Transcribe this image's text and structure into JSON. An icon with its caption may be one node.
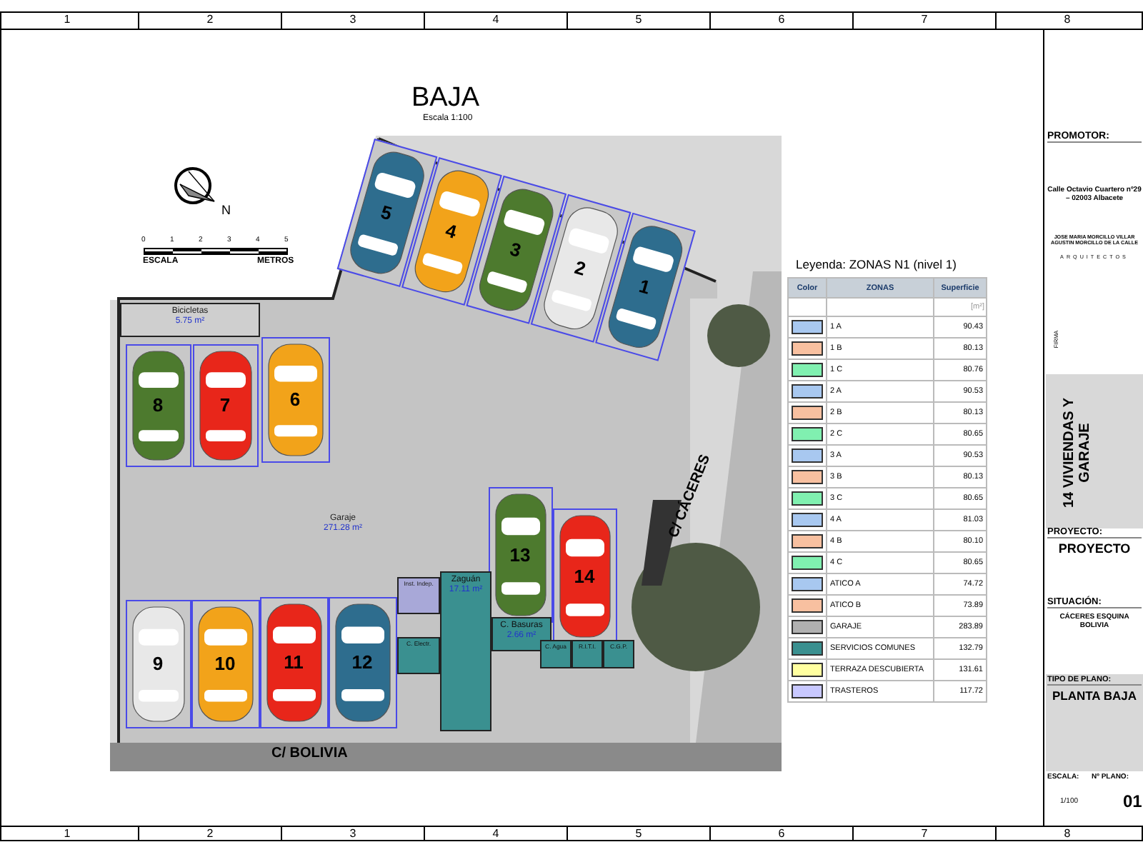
{
  "diagram": {
    "title": "BAJA",
    "nodes": [
      {
        "text": [
          "Bicicletas",
          "5.75 m²"
        ]
      },
      {
        "text": [
          "Garaje",
          "271.28 m²"
        ]
      },
      {
        "text": [
          "1"
        ]
      },
      {
        "text": [
          "2"
        ]
      },
      {
        "text": [
          "3"
        ]
      },
      {
        "text": [
          "4"
        ]
      },
      {
        "text": [
          "5"
        ]
      },
      {
        "text": [
          "6"
        ]
      },
      {
        "text": [
          "7"
        ]
      },
      {
        "text": [
          "8"
        ]
      },
      {
        "text": [
          "9"
        ]
      },
      {
        "text": [
          "10"
        ]
      },
      {
        "text": [
          "11"
        ]
      },
      {
        "text": [
          "12"
        ]
      },
      {
        "text": [
          "13"
        ]
      },
      {
        "text": [
          "14"
        ]
      },
      {
        "text": [
          "Inst. Indep."
        ]
      },
      {
        "text": [
          "Zaguán",
          "17.11 m²"
        ]
      },
      {
        "text": [
          "C. Basuras",
          "2.66 m²"
        ]
      },
      {
        "text": [
          "C. Electr."
        ]
      },
      {
        "text": [
          "C. Agua"
        ]
      },
      {
        "text": [
          "R.I.T.I."
        ]
      },
      {
        "text": [
          "C.G.P."
        ]
      }
    ],
    "edges": [],
    "labels": [
      "1",
      "2",
      "3",
      "4",
      "5",
      "6",
      "7",
      "8",
      "1",
      "2",
      "3",
      "4",
      "5",
      "6",
      "7",
      "8",
      "Escala 1:100",
      "N",
      "0",
      "1",
      "2",
      "3",
      "4",
      "5",
      "ESCALA",
      "METROS",
      "Leyenda: ZONAS N1 (nivel 1)",
      "Color",
      "ZONAS",
      "Superficie",
      "[m²]",
      "90.43",
      "80.13",
      "80.76",
      "90.53",
      "80.13",
      "80.65",
      "90.53",
      "80.13",
      "80.65",
      "81.03",
      "80.10",
      "80.65",
      "74.72",
      "73.89",
      "283.89",
      "132.79",
      "131.61",
      "117.72",
      "PROMOTOR:",
      "Calle Octavio Cuartero nº29 – 02003 Albacete",
      "JOSE MARIA MORCILLO VILLAR AGUSTIN MORCILLO DE LA CALLE",
      "ARQUITECTOS",
      "FIRMA",
      "14 VIVIENDAS Y GARAJE",
      "PROYECTO:",
      "PROYECTO",
      "SITUACIÓN:",
      "CÁCERES ESQUINA BOLIVIA",
      "TIPO DE PLANO:",
      "PLANTA BAJA",
      "ESCALA:",
      "Nº PLANO:",
      "1/100",
      "01",
      "C/ CÁCERES",
      "C/ BOLIVIA"
    ],
    "legend": [
      {
        "text": "1 A",
        "color": "#a8c8f0"
      },
      {
        "text": "1 B",
        "color": "#f8c0a0"
      },
      {
        "text": "1 C",
        "color": "#80f0b0"
      },
      {
        "text": "2 A",
        "color": "#a8c8f0"
      },
      {
        "text": "2 B",
        "color": "#f8c0a0"
      },
      {
        "text": "2 C",
        "color": "#80f0b0"
      },
      {
        "text": "3 A",
        "color": "#a8c8f0"
      },
      {
        "text": "3 B",
        "color": "#f8c0a0"
      },
      {
        "text": "3 C",
        "color": "#80f0b0"
      },
      {
        "text": "4 A",
        "color": "#a8c8f0"
      },
      {
        "text": "4 B",
        "color": "#f8c0a0"
      },
      {
        "text": "4 C",
        "color": "#80f0b0"
      },
      {
        "text": "ATICO A",
        "color": "#a8c8f0"
      },
      {
        "text": "ATICO B",
        "color": "#f8c0a0"
      },
      {
        "text": "GARAJE",
        "color": "#b0b0b0"
      },
      {
        "text": "SERVICIOS COMUNES",
        "color": "#3a9090"
      },
      {
        "text": "TERRAZA DESCUBIERTA",
        "color": "#ffffa0"
      },
      {
        "text": "TRASTEROS",
        "color": "#c8c8ff"
      }
    ]
  }
}
